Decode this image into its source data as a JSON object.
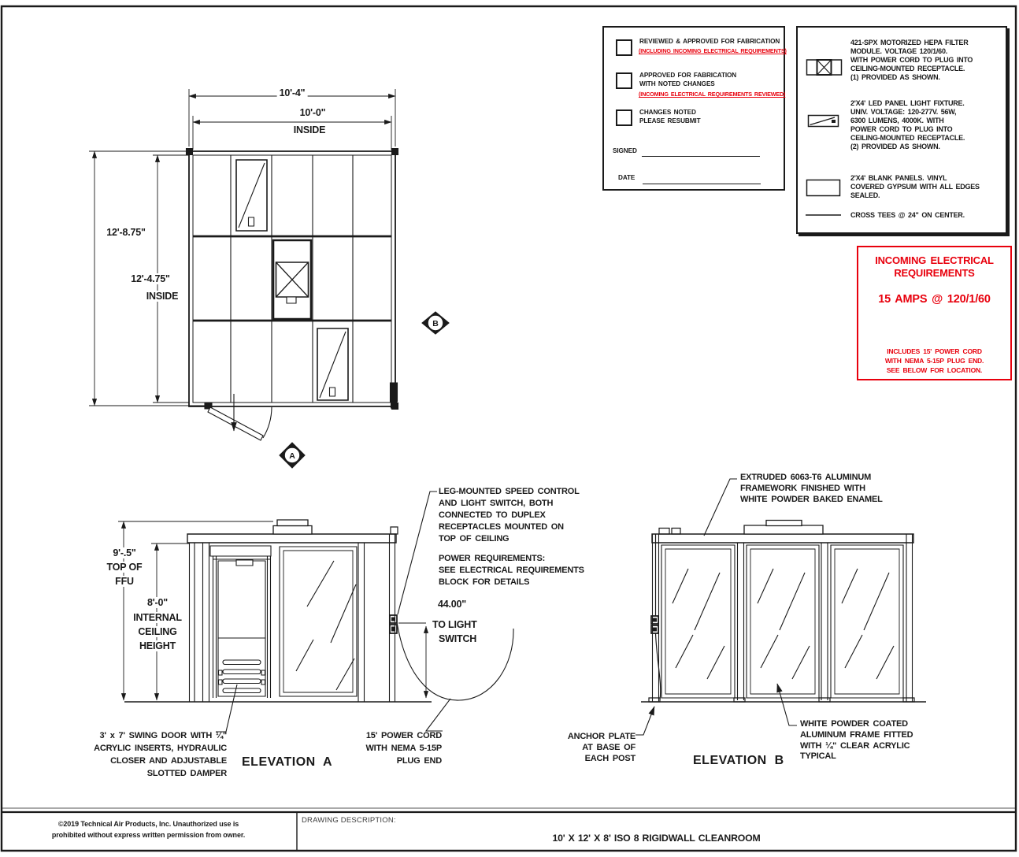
{
  "colors": {
    "line": "#1a1a1a",
    "red": "#e8000d"
  },
  "plan": {
    "dim_outer_width": "10'-4\"",
    "dim_inner_width": "10'-0\"",
    "inside_top": "INSIDE",
    "dim_outer_height": "12'-8.75\"",
    "dim_inner_height": "12'-4.75\"",
    "inside_left": "INSIDE",
    "marker_a": "A",
    "marker_b": "B"
  },
  "approval": {
    "opt1_line1": "REVIEWED & APPROVED FOR FABRICATION",
    "opt1_line2": "(INCLUDING INCOMING ELECTRICAL REQUIREMENTS)",
    "opt2_line1": "APPROVED FOR FABRICATION",
    "opt2_line2": "WITH NOTED CHANGES",
    "opt2_line3": "(INCOMING ELECTRICAL REQUIREMENTS REVIEWED)",
    "opt3_line1": "CHANGES NOTED",
    "opt3_line2": "PLEASE RESUBMIT",
    "signed": "SIGNED",
    "date": "DATE"
  },
  "legend": {
    "hepa": [
      "421-SPX MOTORIZED HEPA FILTER",
      "MODULE. VOLTAGE 120/1/60.",
      "WITH POWER CORD TO PLUG INTO",
      "CEILING-MOUNTED RECEPTACLE.",
      "(1) PROVIDED AS SHOWN."
    ],
    "led": [
      "2'X4' LED PANEL LIGHT FIXTURE.",
      "UNIV. VOLTAGE: 120-277V.  56W,",
      "6300 LUMENS, 4000K. WITH",
      "POWER CORD TO PLUG INTO",
      "CEILING-MOUNTED RECEPTACLE.",
      "(2) PROVIDED AS SHOWN."
    ],
    "blank": [
      "2'X4' BLANK PANELS. VINYL",
      "COVERED GYPSUM WITH ALL EDGES",
      "SEALED."
    ],
    "tees": [
      "CROSS TEES @ 24\" ON CENTER."
    ]
  },
  "electrical": {
    "title1": "INCOMING ELECTRICAL",
    "title2": "REQUIREMENTS",
    "amps": "15 AMPS @ 120/1/60",
    "note1": "INCLUDES 15' POWER CORD",
    "note2": "WITH NEMA 5-15P PLUG END.",
    "note3": "SEE BELOW FOR LOCATION."
  },
  "elev_a": {
    "dim_ffu": [
      "9'-.5\"",
      "TOP OF",
      "FFU"
    ],
    "dim_ceiling": [
      "8'-0\"",
      "INTERNAL",
      "CEILING",
      "HEIGHT"
    ],
    "callout_switch": [
      "LEG-MOUNTED SPEED CONTROL",
      "AND LIGHT SWITCH, BOTH",
      "CONNECTED TO DUPLEX",
      "RECEPTACLES MOUNTED ON",
      "TOP OF CEILING"
    ],
    "callout_power": [
      "POWER REQUIREMENTS:",
      "SEE ELECTRICAL REQUIREMENTS",
      "BLOCK FOR DETAILS"
    ],
    "dim_switch_value": "44.00\"",
    "dim_switch_line1": "TO LIGHT",
    "dim_switch_line2": "SWITCH",
    "label_door": [
      "3' x 7' SWING DOOR WITH ¼\"",
      "ACRYLIC INSERTS, HYDRAULIC",
      "CLOSER AND ADJUSTABLE",
      "SLOTTED DAMPER"
    ],
    "label_cord": [
      "15' POWER CORD",
      "WITH NEMA 5-15P",
      "PLUG END"
    ],
    "title": "ELEVATION A"
  },
  "elev_b": {
    "callout_frame": [
      "EXTRUDED 6063-T6 ALUMINUM",
      "FRAMEWORK FINISHED WITH",
      "WHITE POWDER BAKED ENAMEL"
    ],
    "callout_acrylic": [
      "WHITE POWDER COATED",
      "ALUMINUM FRAME FITTED",
      "WITH ¼\" CLEAR ACRYLIC",
      "TYPICAL"
    ],
    "callout_anchor": [
      "ANCHOR PLATE",
      "AT BASE OF",
      "EACH POST"
    ],
    "title": "ELEVATION B"
  },
  "titleblock": {
    "copyright1": "©2019 Technical Air Products, Inc.  Unauthorized use is",
    "copyright2": "prohibited without express written permission from owner.",
    "description_label": "DRAWING DESCRIPTION:",
    "title": "10' X 12' X 8' ISO 8 RIGIDWALL CLEANROOM"
  }
}
